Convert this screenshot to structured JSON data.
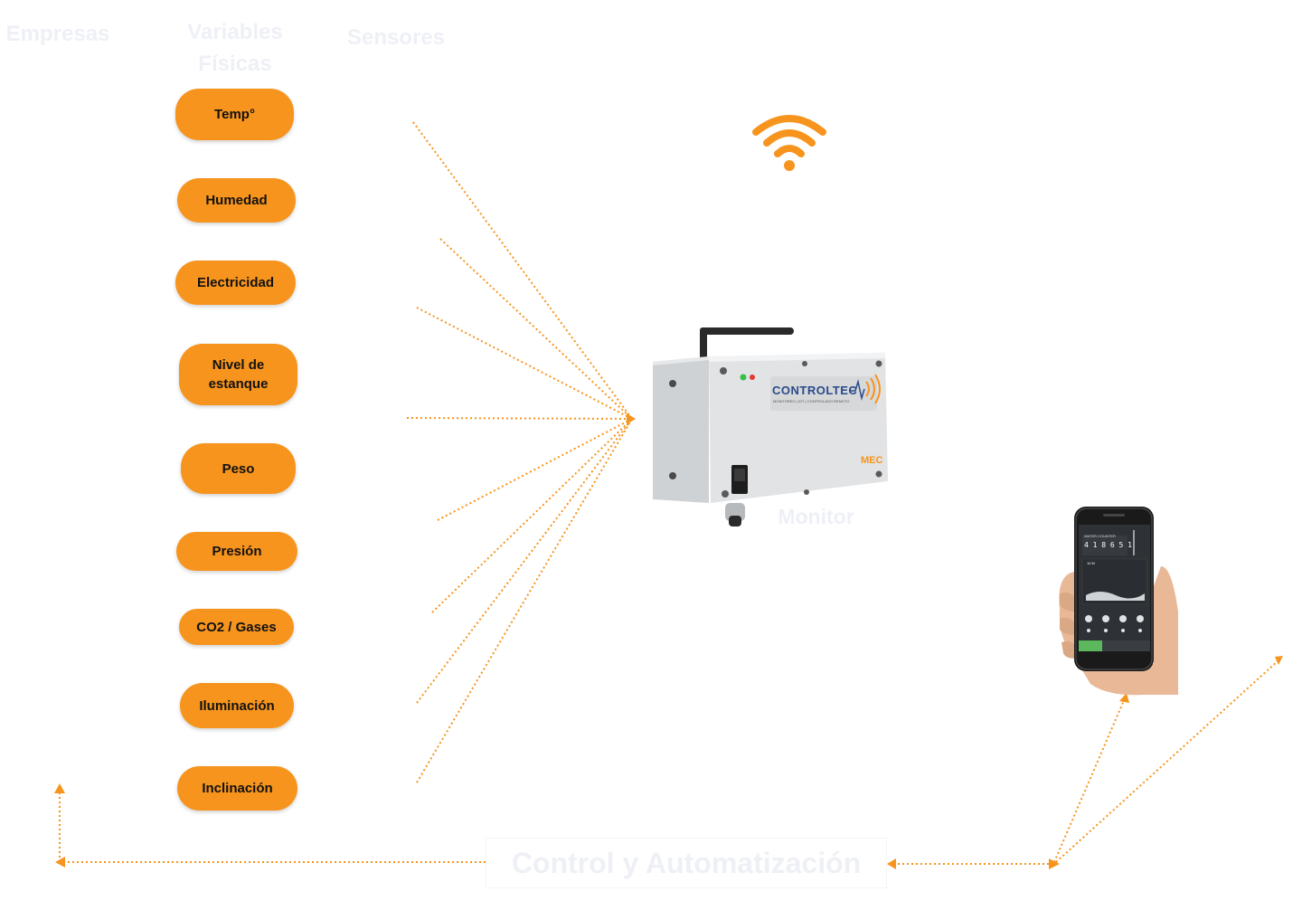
{
  "headers": {
    "empresas": "Empresas",
    "variables": "Variables Físicas",
    "sensores": "Sensores"
  },
  "variables": [
    "Temp°",
    "Humedad",
    "Electricidad",
    "Nivel de estanque",
    "Peso",
    "Presión",
    "CO2 / Gases",
    "Iluminación",
    "Inclinación"
  ],
  "device": {
    "brand": "CONTROLTEC",
    "tagline": "MONITOREO | IOT | CONTROLADO REMOTO",
    "model": "MEC",
    "label": "Monitor"
  },
  "phone": {
    "screen_title": "WATER COUNTER",
    "counter_digits": "4 1 8 6 5 1",
    "level": "10 M"
  },
  "control_label": "Control y Automatización",
  "colors": {
    "accent": "#f7941d",
    "faint_text": "#eef0f6"
  },
  "icons": [
    "wifi-icon"
  ]
}
